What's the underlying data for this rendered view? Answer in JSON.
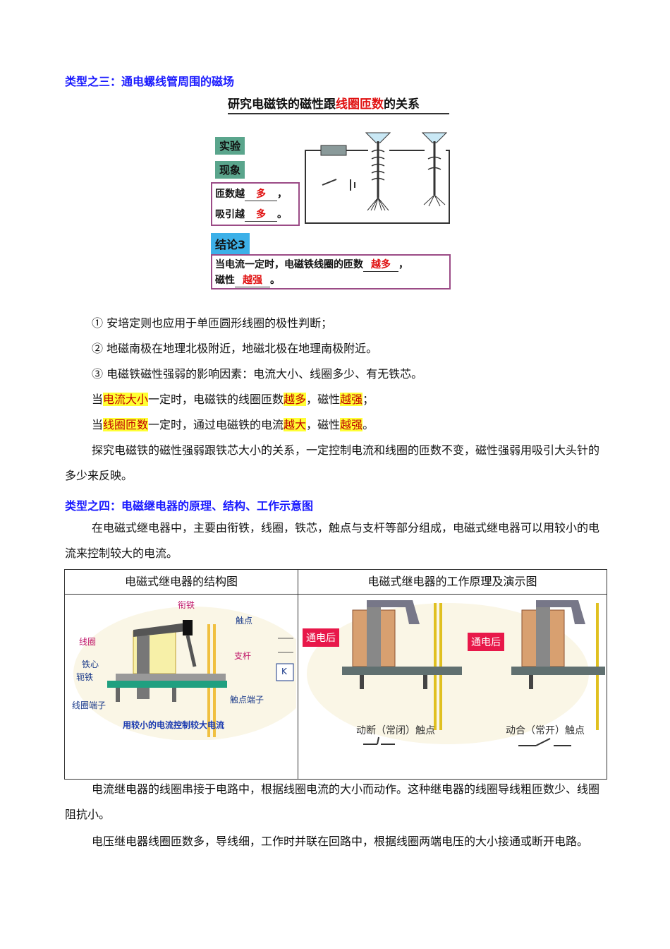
{
  "section3": {
    "heading": "类型之三：通电螺线管周围的磁场",
    "figure": {
      "title_prefix": "研究电磁铁的磁性跟",
      "title_highlight": "线圈匝数",
      "title_suffix": "的关系",
      "label_exp": "实验",
      "label_phen": "现象",
      "row1_prefix": "匝数越",
      "row1_blank": "多",
      "row1_suffix": "，",
      "row2_prefix": "吸引越",
      "row2_blank": "多",
      "row2_suffix": "。",
      "conclusion_label": "结论3",
      "conc_line1_prefix": "当电流一定时，电磁铁线圈的匝数",
      "conc_line1_blank": "越多",
      "conc_line1_suffix": "，",
      "conc_line2_prefix": "磁性",
      "conc_line2_blank": "越强",
      "conc_line2_suffix": "。"
    },
    "items": [
      "① 安培定则也应用于单匝圆形线圈的极性判断；",
      "② 地磁南极在地理北极附近，地磁北极在地理南极附近。",
      "③ 电磁铁磁性强弱的影响因素：电流大小、线圈多少、有无铁芯。"
    ],
    "line4": {
      "a": "当",
      "b": "电流大小",
      "c": "一定时，电磁铁的线圈匝数",
      "d": "越多",
      "e": "，磁性",
      "f": "越强",
      "g": "；"
    },
    "line5": {
      "a": "当",
      "b": "线圈匝数",
      "c": "一定时，通过电磁铁的电流",
      "d": "越大",
      "e": "，磁性",
      "f": "越强",
      "g": "。"
    },
    "para": "探究电磁铁的磁性强弱跟铁芯大小的关系，一定控制电流和线圈的匝数不变，磁性强弱用吸引大头针的多少来反映。"
  },
  "section4": {
    "heading": "类型之四：电磁继电器的原理、结构、工作示意图",
    "intro": "在电磁式继电器中，主要由衔铁，线圈，铁芯，触点与支杆等部分组成，电磁式继电器可以用较小的电流来控制较大的电流。",
    "table": {
      "col1_header": "电磁式继电器的结构图",
      "col2_header": "电磁式继电器的工作原理及演示图",
      "structure_labels": {
        "armature": "衔铁",
        "contact": "触点",
        "coil": "线圈",
        "rod": "支杆",
        "core": "铁心",
        "yoke": "轭铁",
        "coil_terminal": "线圈端子",
        "contact_terminal": "触点端子",
        "k": "K",
        "caption": "用较小的电流控制较大电流"
      },
      "demo_left_btn": "通电后",
      "demo_left_caption": "动断（常闭）触点",
      "demo_right_btn": "通电后",
      "demo_right_caption": "动合（常开）触点"
    },
    "para1": "电流继电器的线圈串接于电路中，根据线圈电流的大小而动作。这种继电器的线圈导线粗匝数少、线圈阻抗小。",
    "para2": "电压继电器线圈匝数多，导线细，工作时并联在回路中，根据线圈两端电压的大小接通或断开电路。"
  }
}
